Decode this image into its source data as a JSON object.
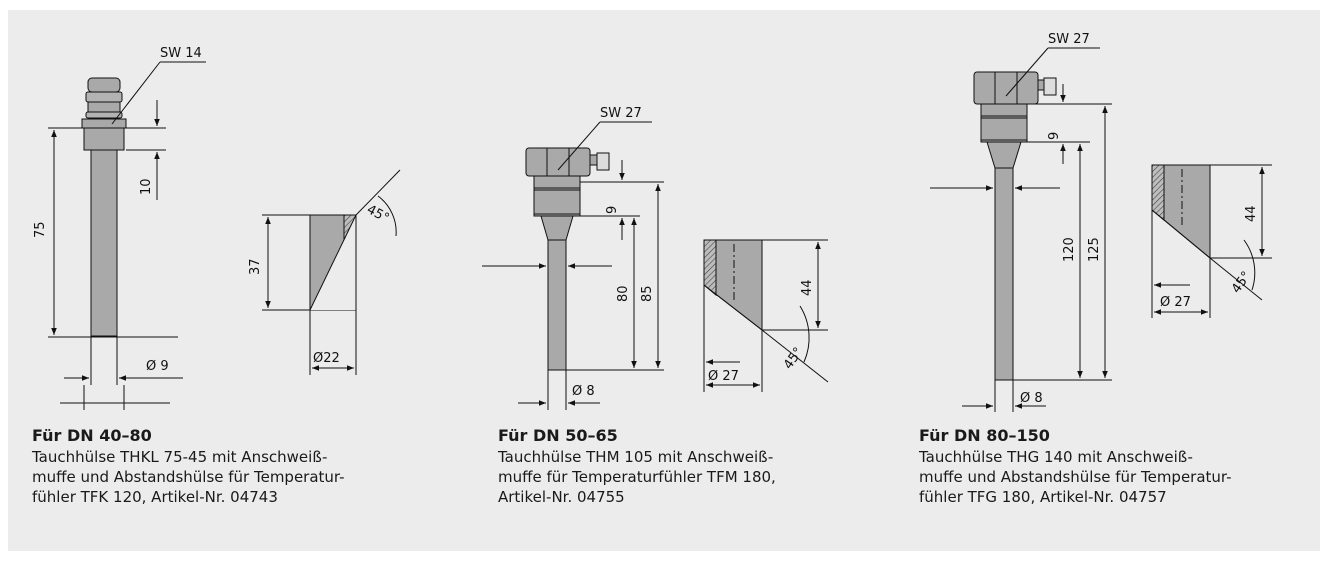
{
  "drawings": [
    {
      "sw_label": "SW 14",
      "dims": {
        "total_length": "75",
        "thread": "10",
        "diameter": "Ø 9",
        "tip_height": "37",
        "tip_diameter": "Ø22",
        "tip_angle": "45°"
      }
    },
    {
      "sw_label": "SW 27",
      "dims": {
        "thread": "9",
        "length_a": "80",
        "length_b": "85",
        "diameter": "Ø 8",
        "tip_height": "44",
        "tip_diameter": "Ø 27",
        "tip_angle": "45°"
      }
    },
    {
      "sw_label": "SW 27",
      "dims": {
        "thread": "9",
        "length_a": "120",
        "length_b": "125",
        "diameter": "Ø 8",
        "tip_height": "44",
        "tip_diameter": "Ø 27",
        "tip_angle": "45°"
      }
    }
  ],
  "captions": [
    {
      "title": "Für DN 40–80",
      "text": "Tauchhülse THKL 75-45 mit Anschweiß-\nmuffe und Abstandshülse für Temperatur-\nfühler TFK 120, Artikel-Nr. 04743"
    },
    {
      "title": "Für DN 50–65",
      "text": "Tauchhülse THM 105 mit Anschweiß-\nmuffe für Temperaturfühler TFM 180,\nArtikel-Nr. 04755"
    },
    {
      "title": "Für DN 80–150",
      "text": "Tauchhülse THG 140 mit Anschweiß-\nmuffe und Abstandshülse für Temperatur-\nfühler TFG 180, Artikel-Nr. 04757"
    }
  ],
  "colors": {
    "background": "#ececec",
    "part_fill": "#a9a9a9",
    "line": "#111111"
  }
}
